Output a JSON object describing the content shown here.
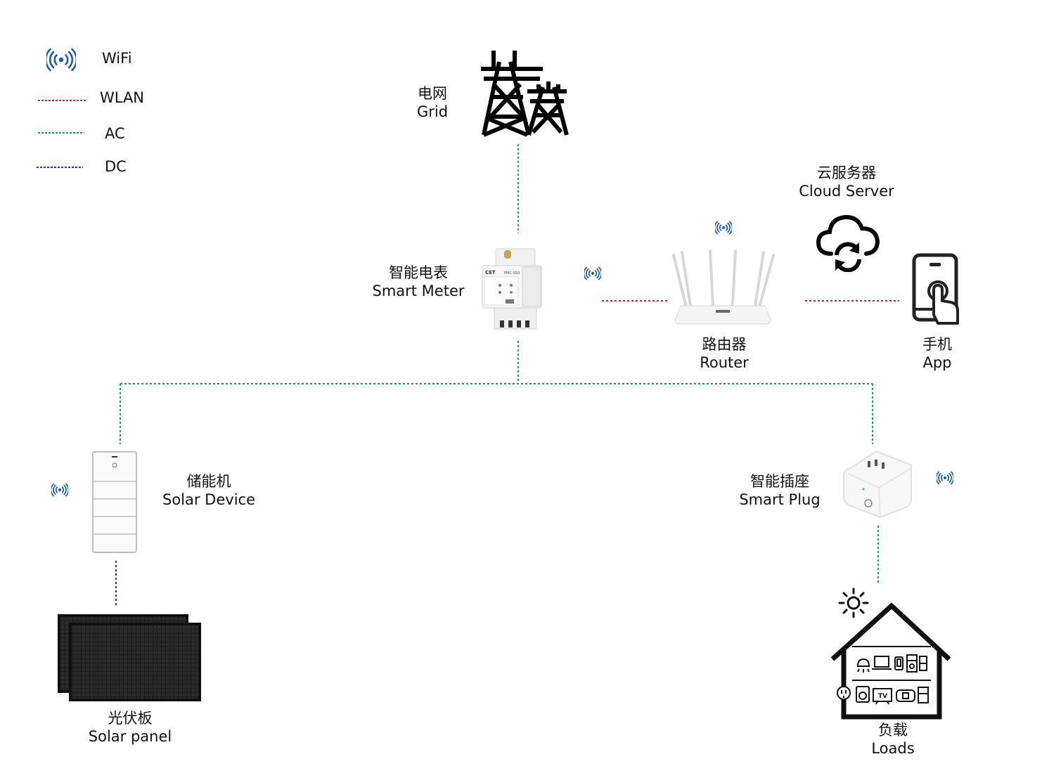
{
  "legend": [
    {
      "kind": "wifi",
      "label": "WiFi",
      "color": "#1f5aa8"
    },
    {
      "kind": "line",
      "label": "WLAN",
      "color": "#c0262d"
    },
    {
      "kind": "line",
      "label": "AC",
      "color": "#1a9a4a"
    },
    {
      "kind": "line",
      "label": "DC",
      "color": "#1b2fc8"
    }
  ],
  "nodes": {
    "grid": {
      "zh": "电网",
      "en": "Grid"
    },
    "meter": {
      "zh": "智能电表",
      "en": "Smart Meter",
      "brand": "CET",
      "model": "PMC-S50"
    },
    "router": {
      "zh": "路由器",
      "en": "Router"
    },
    "cloud": {
      "zh": "云服务器",
      "en": "Cloud Server"
    },
    "app": {
      "zh": "手机",
      "en": "App"
    },
    "storage": {
      "zh": "储能机",
      "en": "Solar Device"
    },
    "plug": {
      "zh": "智能插座",
      "en": "Smart Plug"
    },
    "panel": {
      "zh": "光伏板",
      "en": "Solar panel"
    },
    "loads": {
      "zh": "负载",
      "en": "Loads",
      "tv_text": "TV"
    }
  }
}
